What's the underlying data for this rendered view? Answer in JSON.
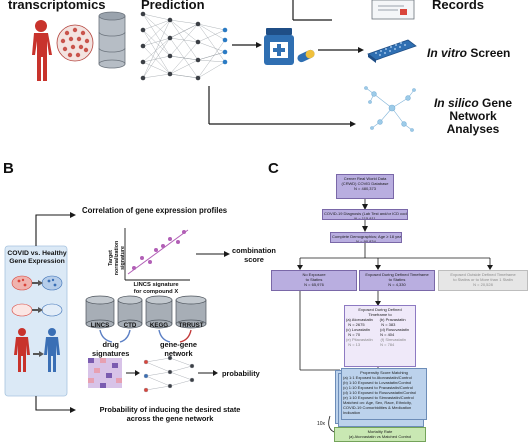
{
  "panel_a": {
    "title_transcriptomics": "transcriptomics",
    "title_prediction": "Prediction",
    "title_records": "Records",
    "invitro_italic": "In vitro",
    "invitro_rest": " Screen",
    "insilico_italic": "In silico",
    "insilico_rest1": " Gene",
    "insilico_rest2": "Network",
    "insilico_rest3": "Analyses"
  },
  "panel_b": {
    "letter": "B",
    "correlation_title": "Correlation of gene expression profiles",
    "target_signature": "Target\nnormalization\nsignature",
    "lincs_signature": "LINCS signature\nfor compound X",
    "combination_score": "combination\nscore",
    "covid_box_title": "COVID vs. Healthy\nGene Expression",
    "databases": [
      "LINCS",
      "CTD",
      "KEGG",
      "TRRUST"
    ],
    "drug_signatures": "drug\nsignatures",
    "gene_network": "gene-gene\nnetwork",
    "probability": "probability",
    "probability_caption": "Probability of inducing the desired state\nacross the gene network"
  },
  "panel_c": {
    "letter": "C",
    "box1": "Cerner Real World Data\n(CRWD) COVID Database\nN = 480,373",
    "box2": "COVID-19 Diagnosis (Lab Test and/or ICD code)\nN = 115,811",
    "box3": "Complete Demographics; Age ≥ 18 years\nN = 90,834",
    "box4": "No Exposure\nto Statins\nN = 65,976",
    "box5": "Exposed During Defined Timeframe\nto Statins\nN = 4,330",
    "box6": "Exposed Outside Defined Timeframe\nto Statins or to More than 1 Statin\nN = 20,528",
    "box7_header": "Exposed During Defined\nTimeframe to",
    "box7_rows": [
      "(a) Atorvastatin      (b) Pravastatin",
      "  N = 2675               N = 383",
      "(c) Lovastatin         (d) Rosuvastatin",
      "  N = 70                  N = 404",
      "(e) Pitavastatin       (f) Simvastatin",
      "  N = 13                  N = 784"
    ],
    "box8_lines": [
      "Propensity Score Matching",
      "(a) 1:1 Exposed to Atorvastatin/Control",
      "(b) 1:10 Exposed to Lovastatin/Control",
      "(c) 1:10 Exposed to Pravastatin/Control",
      "(d) 1:10 Exposed to Rosuvastatin/Control",
      "(e) 1:10 Exposed to Simvastatin/Control",
      "Matched on: Age, Sex, Race, Ethnicity,",
      "COVID-19 Comorbidities & Medication Indication"
    ],
    "ten_x": "10x",
    "box9": "Mortality Rate\n(a) Atorvastatin vs Matched Control"
  },
  "colors": {
    "purple_box": "#b9aee0",
    "blue_box": "#bcd2ec",
    "green_box": "#c9e8b3",
    "arrow_dark": "#1a1a1a",
    "red_gene": "#d9453b",
    "blue_gene": "#3a6fb5"
  }
}
